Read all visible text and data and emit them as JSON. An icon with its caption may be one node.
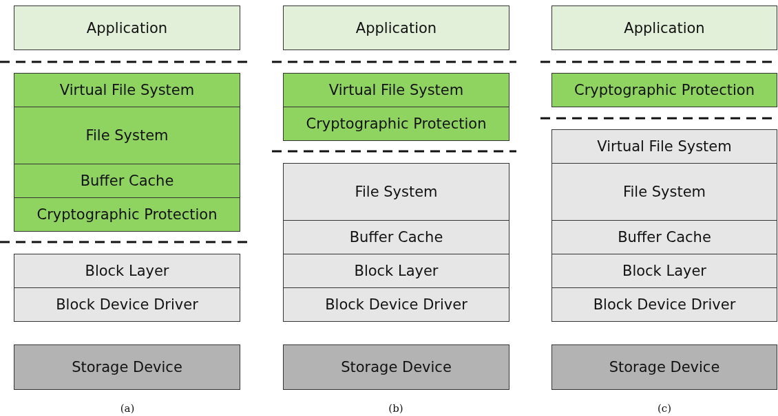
{
  "diagram": {
    "nodes": [
      {
        "text": [
          "Application"
        ]
      },
      {
        "text": [
          "Virtual File System"
        ]
      },
      {
        "text": [
          "File System"
        ]
      },
      {
        "text": [
          "Buffer Cache"
        ]
      },
      {
        "text": [
          "Cryptographic Protection"
        ]
      },
      {
        "text": [
          "Block Layer"
        ]
      },
      {
        "text": [
          "Block Device Driver"
        ]
      },
      {
        "text": [
          "Storage Device"
        ]
      },
      {
        "text": [
          "Application"
        ]
      },
      {
        "text": [
          "Virtual File System"
        ]
      },
      {
        "text": [
          "Cryptographic Protection"
        ]
      },
      {
        "text": [
          "File System"
        ]
      },
      {
        "text": [
          "Buffer Cache"
        ]
      },
      {
        "text": [
          "Block Layer"
        ]
      },
      {
        "text": [
          "Block Device Driver"
        ]
      },
      {
        "text": [
          "Storage Device"
        ]
      },
      {
        "text": [
          "Application"
        ]
      },
      {
        "text": [
          "Cryptographic Protection"
        ]
      },
      {
        "text": [
          "Virtual File System"
        ]
      },
      {
        "text": [
          "File System"
        ]
      },
      {
        "text": [
          "Buffer Cache"
        ]
      },
      {
        "text": [
          "Block Layer"
        ]
      },
      {
        "text": [
          "Block Device Driver"
        ]
      },
      {
        "text": [
          "Storage Device"
        ]
      }
    ],
    "edges": [],
    "labels": [
      "(a)",
      "(b)",
      "(c)"
    ]
  }
}
